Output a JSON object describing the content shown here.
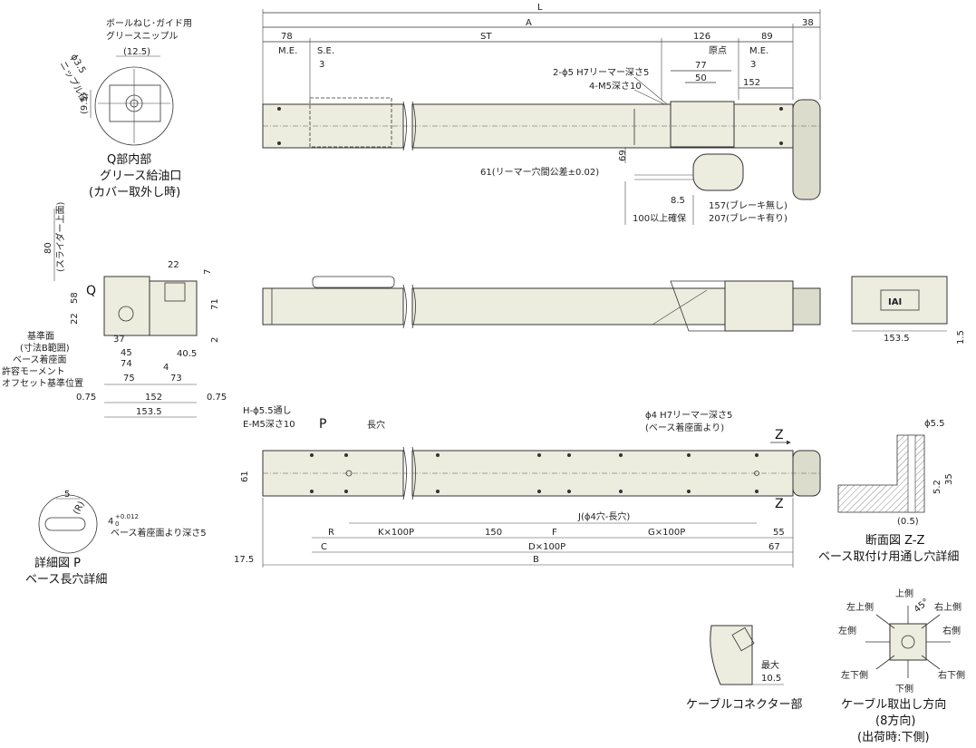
{
  "top_view": {
    "dims": {
      "L": "L",
      "A": "A",
      "v38": "38",
      "v78": "78",
      "ST": "ST",
      "v126": "126",
      "v89": "89",
      "me1": "M.E.",
      "se": "S.E.",
      "v3a": "3",
      "origin": "原点",
      "me2": "M.E.",
      "v3b": "3",
      "v77": "77",
      "v50": "50",
      "v152": "152",
      "v69": "69",
      "v8_5": "8.5"
    },
    "labels": {
      "reamer": "2-ϕ5 H7リーマー深さ5",
      "m5": "4-M5深さ10",
      "pitch": "61(リーマー穴間公差±0.02)",
      "brake_none": "157(ブレーキ無し)",
      "brake_with": "207(ブレーキ有り)",
      "clearance": "100以上確保"
    }
  },
  "q_detail": {
    "title": "ボールねじ･ガイド用",
    "title2": "グリースニップル",
    "d12_5": "(12.5)",
    "phi": "ϕ3.5",
    "nipple": "ニップル径",
    "d9_5": "(9.5)",
    "caption1": "Q部内部",
    "caption2": "グリース給油口",
    "caption3": "(カバー取外し時)"
  },
  "end_view": {
    "q": "Q",
    "v80": "80",
    "slider_top": "(スライダー上面)",
    "v22t": "22",
    "v7": "7",
    "v58": "58",
    "v22": "22",
    "v71": "71",
    "v2": "2",
    "v37": "37",
    "v45": "45",
    "v40_5": "40.5",
    "v74": "74",
    "v4": "4",
    "v75": "75",
    "v73": "73",
    "v0_75a": "0.75",
    "v152": "152",
    "v0_75b": "0.75",
    "v153_5": "153.5",
    "ref1": "基準面",
    "ref2": "(寸法B範囲)",
    "base_face": "ベース着座面",
    "moment1": "許容モーメント",
    "moment2": "オフセット基準位置"
  },
  "motor_end": {
    "v153_5": "153.5",
    "v1_5": "1.5",
    "logo": "IAI"
  },
  "bottom_view": {
    "h_hole": "H-ϕ5.5通し",
    "e_m5": "E-M5深さ10",
    "p": "P",
    "slot": "長穴",
    "reamer1": "ϕ4 H7リーマー深さ5",
    "reamer2": "(ベース着座面より)",
    "z": "Z",
    "z2": "Z",
    "v61": "61",
    "j": "J(ϕ4穴-長穴)",
    "r": "R",
    "k": "K×100P",
    "v150": "150",
    "f": "F",
    "g": "G×100P",
    "v55": "55",
    "c": "C",
    "d": "D×100P",
    "v67": "67",
    "v17_5": "17.5",
    "b": "B"
  },
  "detail_p": {
    "v5": "5",
    "r": "(R)",
    "tol": "4",
    "tol_up": "+0.012",
    "tol_lo": "0",
    "depth": "ベース着座面より深さ5",
    "caption1": "詳細図 P",
    "caption2": "ベース長穴詳細"
  },
  "section_zz": {
    "phi5_5": "ϕ5.5",
    "v35": "35",
    "v5_2": "5.2",
    "v0_5": "(0.5)",
    "caption1": "断面図 Z-Z",
    "caption2": "ベース取付け用通し穴詳細"
  },
  "connector": {
    "max": "最大",
    "v10_5": "10.5",
    "caption": "ケーブルコネクター部"
  },
  "direction": {
    "top": "上側",
    "top_left": "左上側",
    "top_right": "右上側",
    "left": "左側",
    "right": "右側",
    "bottom_left": "左下側",
    "bottom_right": "右下側",
    "bottom": "下側",
    "angle": "45°",
    "caption1": "ケーブル取出し方向",
    "caption2": "(8方向)",
    "caption3": "(出荷時:下側)"
  }
}
